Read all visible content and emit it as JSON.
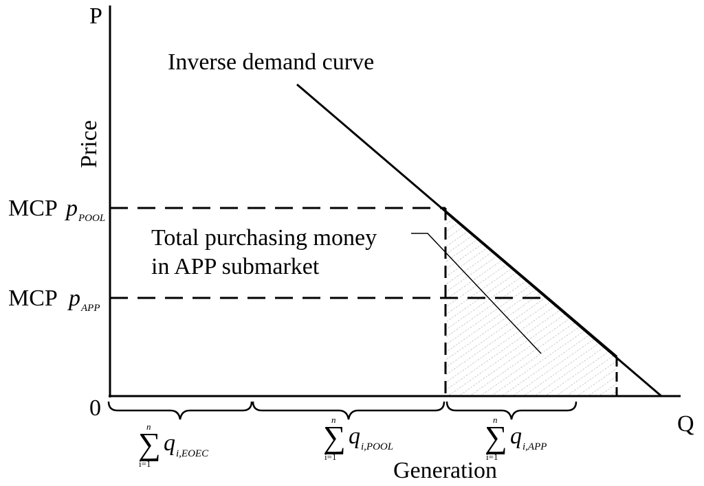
{
  "axes": {
    "y_label": "P",
    "x_label": "Q",
    "y_title": "Price",
    "x_title": "Generation",
    "origin": "0"
  },
  "curve": {
    "label": "Inverse demand curve"
  },
  "price_levels": {
    "pool": {
      "prefix": "MCP",
      "symbol": "p",
      "subscript": "POOL"
    },
    "app": {
      "prefix": "MCP",
      "symbol": "p",
      "subscript": "APP"
    }
  },
  "area": {
    "label_line1": "Total purchasing money",
    "label_line2": "in APP submarket"
  },
  "segments": [
    {
      "sum_symbol": "∑",
      "upper": "n",
      "lower": "i=1",
      "var": "q",
      "subscript": "i,EOEC"
    },
    {
      "sum_symbol": "∑",
      "upper": "n",
      "lower": "i=1",
      "var": "q",
      "subscript": "i,POOL"
    },
    {
      "sum_symbol": "∑",
      "upper": "n",
      "lower": "i=1",
      "var": "q",
      "subscript": "i,APP"
    }
  ],
  "colors": {
    "ink": "#000000",
    "hatch": "#a8a8a8",
    "background": "#ffffff"
  }
}
